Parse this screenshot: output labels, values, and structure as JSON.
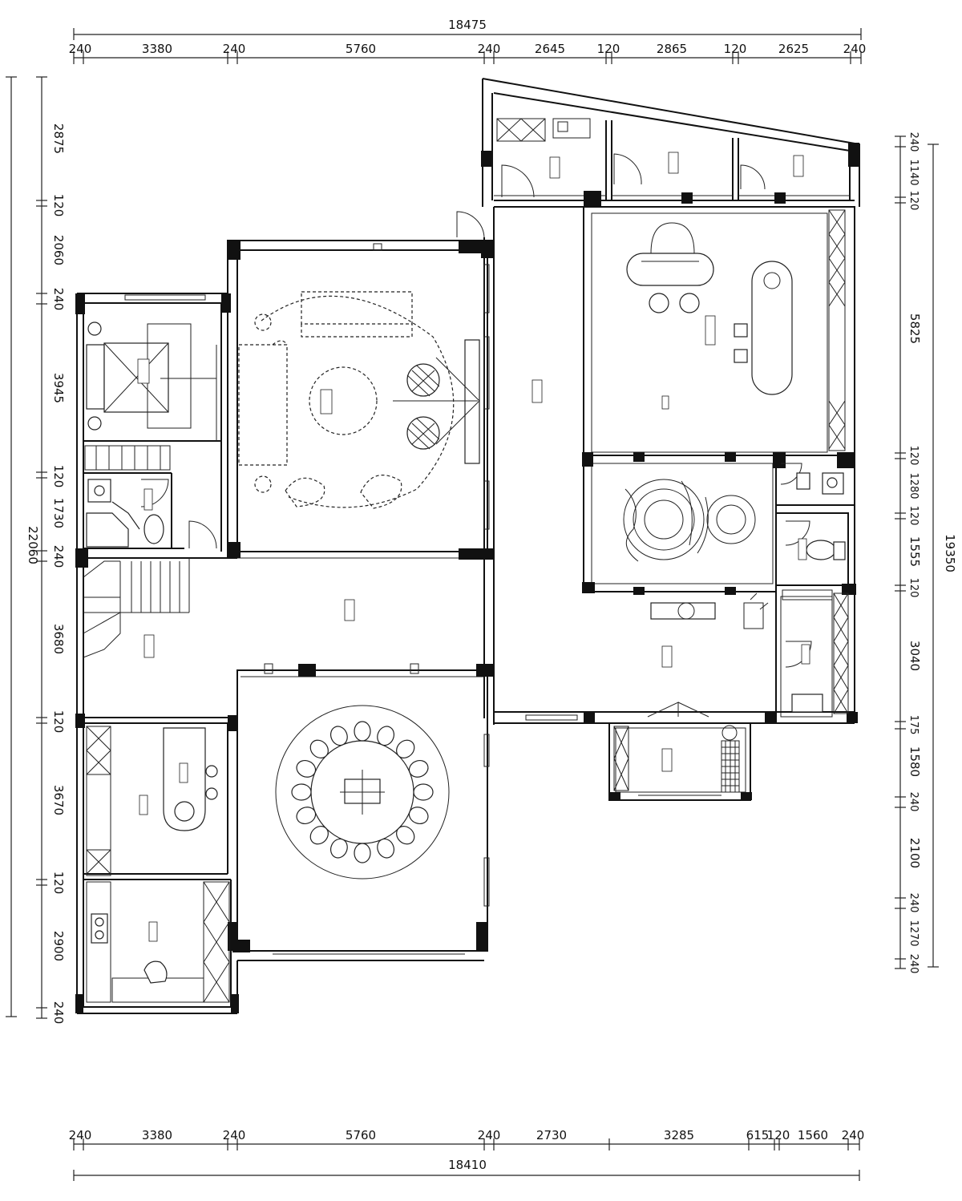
{
  "dimensions": {
    "top_total": "18475",
    "top_segments": [
      "240",
      "3380",
      "240",
      "5760",
      "240",
      "2645",
      "120",
      "2865",
      "120",
      "2625",
      "240"
    ],
    "bottom_total": "18410",
    "bottom_segments": [
      "240",
      "3380",
      "240",
      "5760",
      "240",
      "2730",
      "3285",
      "615",
      "120",
      "1560",
      "240"
    ],
    "left_total": "22060",
    "left_segments": [
      "2875",
      "120",
      "2060",
      "240",
      "3945",
      "120",
      "1730",
      "240",
      "3680",
      "120",
      "3670",
      "120",
      "2900",
      "240"
    ],
    "right_total": "19350",
    "right_segments": [
      "240",
      "1140",
      "120",
      "5825",
      "120",
      "1280",
      "120",
      "1555",
      "120",
      "3040",
      "175",
      "1580",
      "240",
      "2100",
      "240",
      "1270",
      "240"
    ]
  }
}
